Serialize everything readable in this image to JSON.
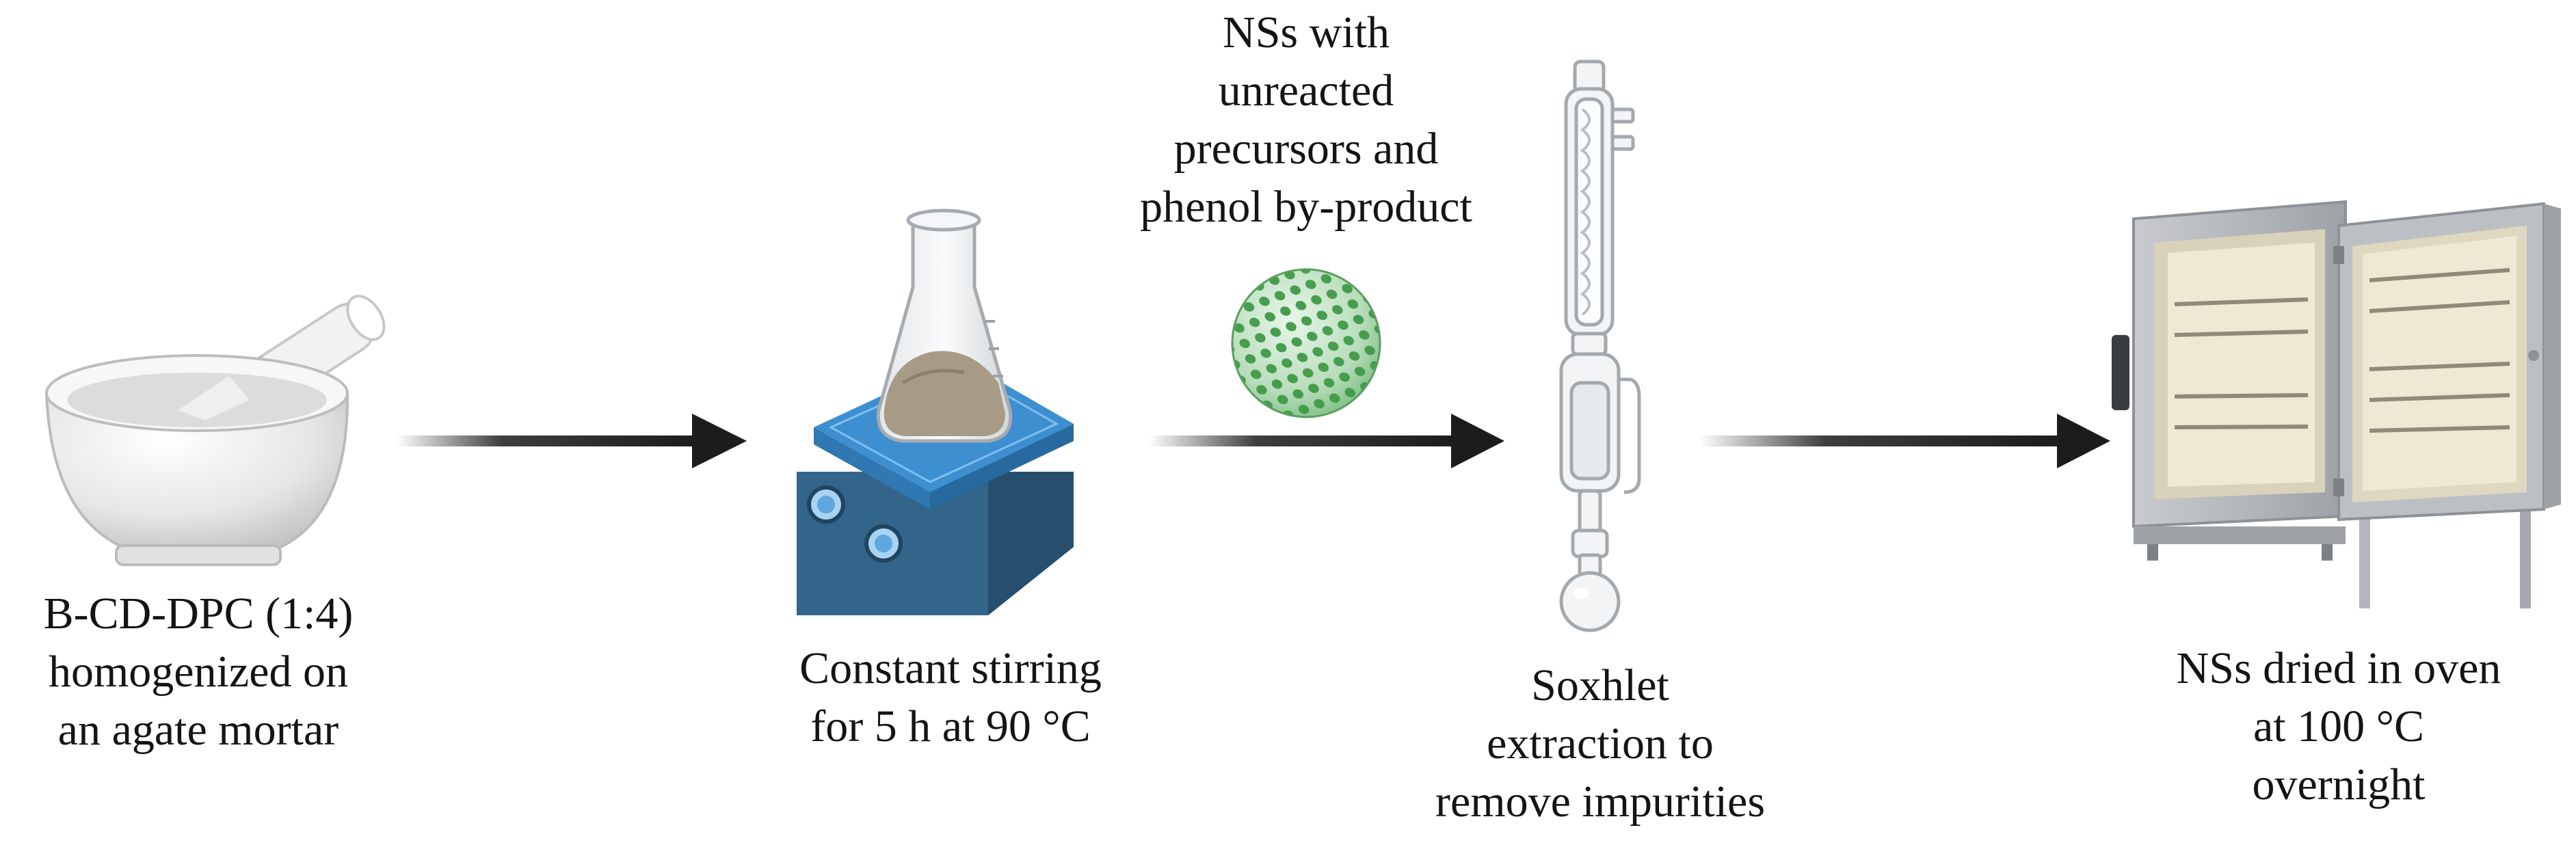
{
  "diagram": {
    "steps": [
      {
        "icon": "mortar-pestle-icon",
        "caption": [
          "B-CD-DPC (1:4)",
          "homogenized on",
          "an agate mortar"
        ]
      },
      {
        "icon": "hotplate-stirrer-flask-icon",
        "caption": [
          "Constant stirring",
          "for 5 h at 90 °C"
        ]
      },
      {
        "icon": "soxhlet-extractor-icon",
        "caption": [
          "Soxhlet",
          "extraction to",
          "remove impurities"
        ]
      },
      {
        "icon": "drying-oven-icon",
        "caption": [
          "NSs dried in oven",
          "at 100 °C",
          "overnight"
        ]
      }
    ],
    "transition_annotation": {
      "icon": "nanosponge-sphere-icon",
      "caption": [
        "NSs with",
        "unreacted",
        "precursors and",
        "phenol by-product"
      ]
    },
    "arrow_count": 3,
    "colors": {
      "arrow": "#1c1c1c",
      "text": "#141414",
      "hotplate_top": "#3d8fd0",
      "hotplate_base": "#2e5c7e",
      "nanosponge_green": "#3f9a47",
      "oven_grey": "#b9bcc0",
      "oven_interior": "#efe9d4"
    }
  }
}
